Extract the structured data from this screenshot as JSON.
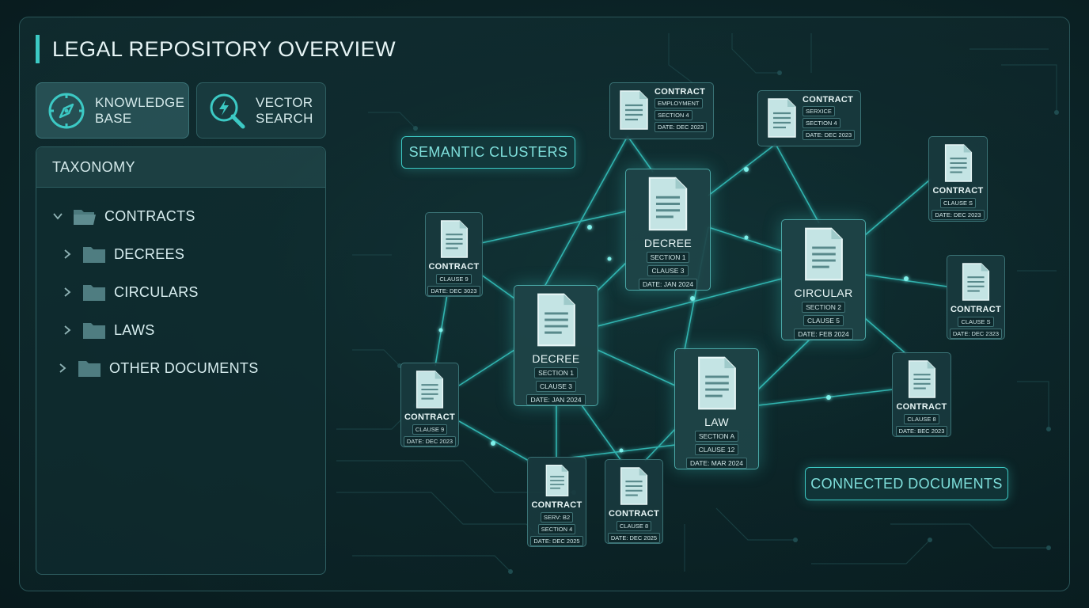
{
  "page": {
    "title": "LEGAL REPOSITORY OVERVIEW"
  },
  "toolbar": {
    "knowledge_base": {
      "label": "KNOWLEDGE\nBASE",
      "icon": "compass-icon"
    },
    "vector_search": {
      "label": "VECTOR\nSEARCH",
      "icon": "search-bolt-icon"
    }
  },
  "taxonomy": {
    "title": "TAXONOMY",
    "items": [
      {
        "label": "CONTRACTS",
        "expanded": true
      },
      {
        "label": "DECREES",
        "expanded": false
      },
      {
        "label": "CIRCULARS",
        "expanded": false
      },
      {
        "label": "LAWS",
        "expanded": false
      },
      {
        "label": "OTHER DOCUMENTS",
        "expanded": false
      }
    ]
  },
  "graph": {
    "labels": {
      "clusters": "SEMANTIC CLUSTERS",
      "connected": "CONNECTED DOCUMENTS"
    },
    "nodes": [
      {
        "title": "CONTRACT",
        "tags": [
          "EMPLOYMENT",
          "SECTION 4",
          "DATE: DEC 2023"
        ]
      },
      {
        "title": "CONTRACT",
        "tags": [
          "SERXICE",
          "SECTION 4",
          "DATE: DEC 2023"
        ]
      },
      {
        "title": "CONTRACT",
        "tags": [
          "CLAUSE S",
          "DATE: DEC 2023"
        ]
      },
      {
        "title": "DECREE",
        "tags": [
          "SECTION 1",
          "CLAUSE 3",
          "DATE: JAN 2024"
        ]
      },
      {
        "title": "CONTRACT",
        "tags": [
          "CLAUSE 9",
          "DATE: DEC 3023"
        ]
      },
      {
        "title": "CIRCULAR",
        "tags": [
          "SECTION 2",
          "CLAUSE 5",
          "DATE: FEB 2024"
        ]
      },
      {
        "title": "CONTRACT",
        "tags": [
          "CLAUSE S",
          "DATE: DEC 2323"
        ]
      },
      {
        "title": "DECREE",
        "tags": [
          "SECTION 1",
          "CLAUSE 3",
          "DATE: JAN 2024"
        ]
      },
      {
        "title": "CONTRACT",
        "tags": [
          "CLAUSE 9",
          "DATE: DEC 2023"
        ]
      },
      {
        "title": "LAW",
        "tags": [
          "SECTION A",
          "CLAUSE 12",
          "DATE: MAR 2024"
        ]
      },
      {
        "title": "CONTRACT",
        "tags": [
          "CLAUSE 8",
          "DATE: BEC 2023"
        ]
      },
      {
        "title": "CONTRACT",
        "tags": [
          "SERV: B2",
          "SECTION 4",
          "DATE: DEC 2025"
        ]
      },
      {
        "title": "CONTRACT",
        "tags": [
          "CLAUSE 8",
          "DATE: DEC 2025"
        ]
      }
    ]
  },
  "colors": {
    "accent": "#3cc9c4",
    "background": "#0c2528",
    "panel": "#163a3e"
  }
}
